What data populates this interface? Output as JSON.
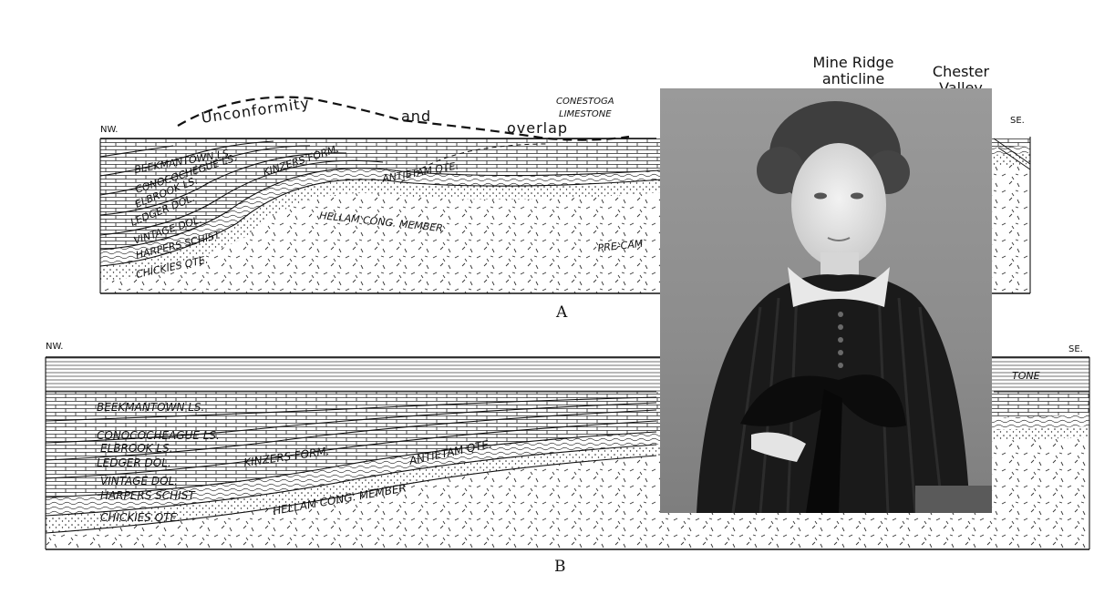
{
  "section_a": {
    "label": "A",
    "nw": "NW.",
    "se": "SE.",
    "unconformity": "Unconformity",
    "and": "and",
    "overlap": "overlap",
    "conestoga_1": "CONESTOGA",
    "conestoga_2": "LIMESTONE",
    "mine_ridge_1": "Mine Ridge",
    "mine_ridge_2": "anticline",
    "chester_1": "Chester",
    "chester_2": "Valley",
    "beekmantown": "BEEKMANTOWN LS.",
    "conococheague": "CONOCOCHEGUE LS.",
    "elbrook": "ELBROOK LS.",
    "ledger": "LEDGER DOL.",
    "vintage": "VINTAGE DOL.",
    "harpers": "HARPERS SCHIST",
    "chickies": "CHICKIES QTE.",
    "kinzers": "KINZERS FORM.",
    "antietam": "ANTIETAM QTE.",
    "hellam": "HELLAM CONG. MEMBER",
    "precam": "PRE-CAM"
  },
  "section_b": {
    "label": "B",
    "nw": "NW.",
    "se": "SE.",
    "beekmantown": "BEEKMANTOWN LS.",
    "conococheague": "CONOCOCHEAGUE LS.",
    "elbrook": "ELBROOK LS.",
    "ledger": "LEDGER DOL.",
    "vintage": "VINTAGE DOL.",
    "harpers": "HARPERS SCHIST",
    "chickies": "CHICKIES QTE.",
    "kinzers": "KINZERS FORM.",
    "antietam": "ANTIETAM QTE.",
    "hellam": "HELLAM CONG. MEMBER",
    "tone": "TONE"
  },
  "colors": {
    "ink": "#111111",
    "paper": "#ffffff",
    "photo_background": "#8c8c8c",
    "dress": "#1a1a1a"
  }
}
